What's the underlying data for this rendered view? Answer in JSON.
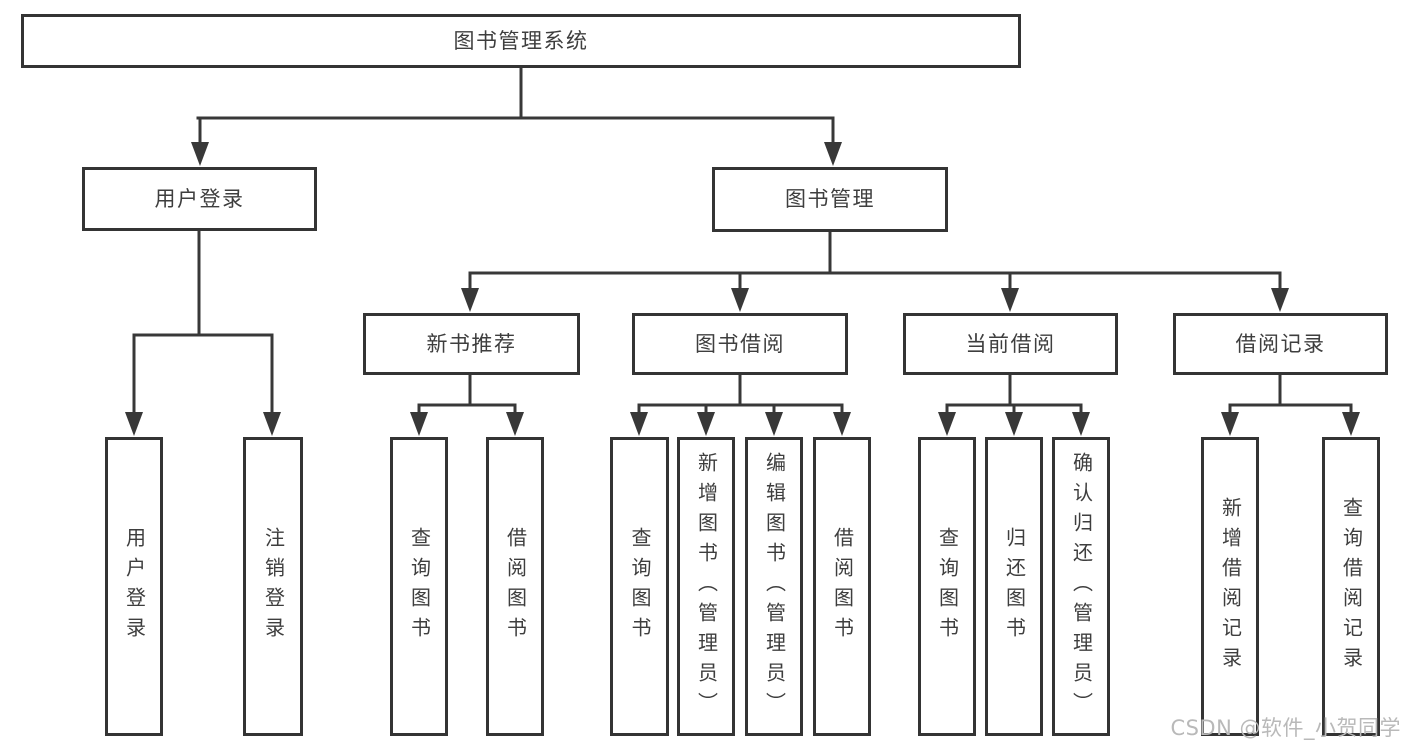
{
  "diagram_title": "图书管理系统",
  "watermark": "CSDN @软件_小贺同学",
  "colors": {
    "line": "#383838",
    "box_border": "#343434",
    "box_fill": "#ffffff",
    "text": "#3e3e3e",
    "watermark": "#b9b9b9",
    "background": "#ffffff"
  },
  "nodes": [
    {
      "id": "root",
      "label": "图书管理系统",
      "level": 1,
      "parent": null
    },
    {
      "id": "user-login",
      "label": "用户登录",
      "level": 2,
      "parent": "root"
    },
    {
      "id": "book-management",
      "label": "图书管理",
      "level": 2,
      "parent": "root"
    },
    {
      "id": "new-book-recommend",
      "label": "新书推荐",
      "level": 3,
      "parent": "book-management"
    },
    {
      "id": "book-borrow",
      "label": "图书借阅",
      "level": 3,
      "parent": "book-management"
    },
    {
      "id": "current-borrow",
      "label": "当前借阅",
      "level": 3,
      "parent": "book-management"
    },
    {
      "id": "borrow-records",
      "label": "借阅记录",
      "level": 3,
      "parent": "book-management"
    },
    {
      "id": "login",
      "label": "用户登录",
      "level": 4,
      "parent": "user-login"
    },
    {
      "id": "logout",
      "label": "注销登录",
      "level": 4,
      "parent": "user-login"
    },
    {
      "id": "query-books-recommend",
      "label": "查询图书",
      "level": 4,
      "parent": "new-book-recommend"
    },
    {
      "id": "borrow-books-recommend",
      "label": "借阅图书",
      "level": 4,
      "parent": "new-book-recommend"
    },
    {
      "id": "query-books-borrow",
      "label": "查询图书",
      "level": 4,
      "parent": "book-borrow"
    },
    {
      "id": "add-books-admin",
      "label": "新增图书（管理员）",
      "level": 4,
      "parent": "book-borrow"
    },
    {
      "id": "edit-books-admin",
      "label": "编辑图书（管理员）",
      "level": 4,
      "parent": "book-borrow"
    },
    {
      "id": "borrow-books",
      "label": "借阅图书",
      "level": 4,
      "parent": "book-borrow"
    },
    {
      "id": "query-books-current",
      "label": "查询图书",
      "level": 4,
      "parent": "current-borrow"
    },
    {
      "id": "return-books",
      "label": "归还图书",
      "level": 4,
      "parent": "current-borrow"
    },
    {
      "id": "confirm-return-admin",
      "label": "确认归还（管理员）",
      "level": 4,
      "parent": "current-borrow"
    },
    {
      "id": "add-borrow-record",
      "label": "新增借阅记录",
      "level": 4,
      "parent": "borrow-records"
    },
    {
      "id": "query-borrow-record",
      "label": "查询借阅记录",
      "level": 4,
      "parent": "borrow-records"
    }
  ]
}
